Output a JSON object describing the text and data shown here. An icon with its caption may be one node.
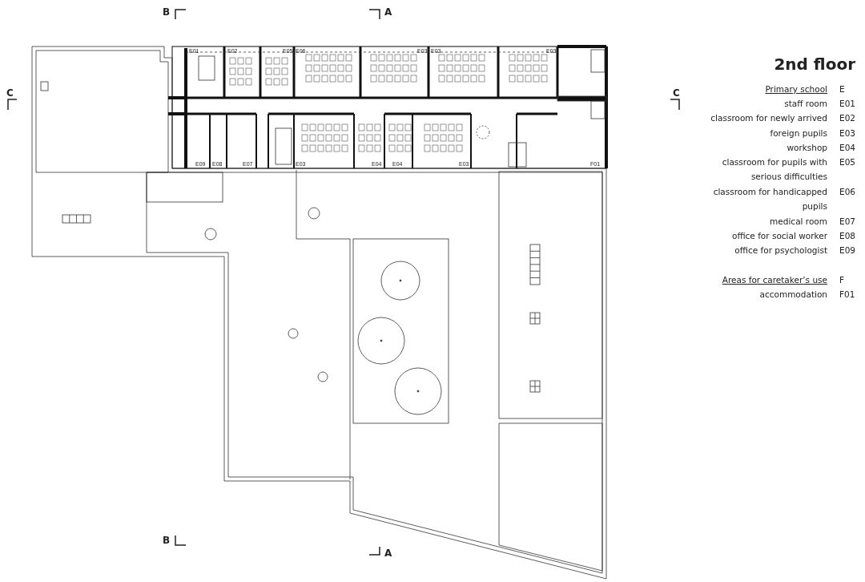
{
  "diagram": {
    "title": "2nd floor",
    "labels": [
      "B",
      "A",
      "E01",
      "E02",
      "E05",
      "E06",
      "E03",
      "E03",
      "E03",
      "C",
      "C",
      "E09",
      "E08",
      "E07",
      "E03",
      "E04",
      "E04",
      "E03",
      "F01",
      "Primary school",
      "E",
      "staff room",
      "E01",
      "classroom for newly arrived",
      "E02",
      "foreign pupils",
      "E03",
      "workshop",
      "E04",
      "classroom for pupils with serious difficulties",
      "E05",
      "classroom for handicapped pupils",
      "E06",
      "medical room",
      "E07",
      "office for social worker",
      "E08",
      "office for psychologist",
      "E09",
      "Areas for caretaker’s use",
      "F",
      "accommodation",
      "F01",
      "B",
      "A"
    ]
  }
}
